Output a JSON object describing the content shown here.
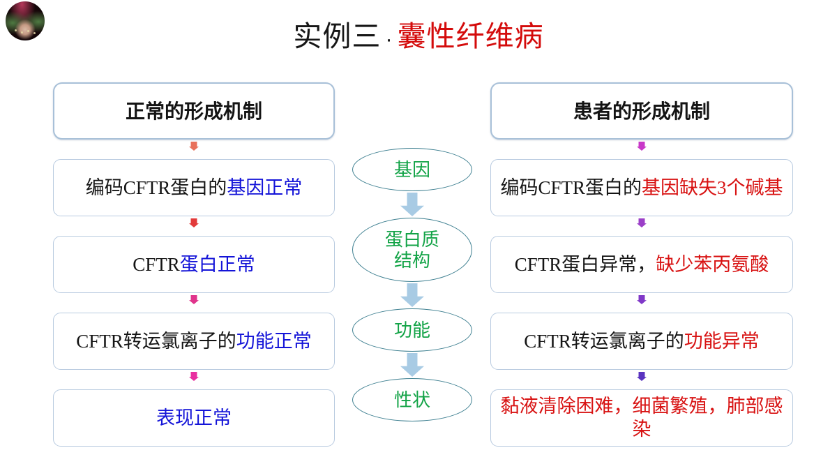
{
  "slide": {
    "title": {
      "main": "实例三",
      "separator": "·",
      "highlight": "囊性纤维病",
      "highlight_color": "#d40b0b"
    },
    "avatar_label": "circular-photo-avatar"
  },
  "left_column": {
    "header": "正常的形成机制",
    "steps": [
      {
        "prefix": "编码CFTR蛋白的",
        "emphasis": "基因正常",
        "emphasis_color": "#1414d8"
      },
      {
        "prefix": "CFTR",
        "emphasis": "蛋白正常",
        "emphasis_color": "#1414d8"
      },
      {
        "prefix": "CFTR转运氯离子的",
        "emphasis": "功能正常",
        "emphasis_color": "#1414d8"
      },
      {
        "prefix": "",
        "emphasis": "表现正常",
        "emphasis_color": "#1414d8"
      }
    ],
    "arrow_colors": [
      "#e8705a",
      "#e23a3a",
      "#e0348c",
      "#e830a0"
    ]
  },
  "center_column": {
    "nodes": [
      "基因",
      "蛋白质\n结构",
      "功能",
      "性状"
    ],
    "node_text_color": "#12a346",
    "node_border_color": "#3d7f90",
    "arrow_color": "#a8cbe4"
  },
  "right_column": {
    "header": "患者的形成机制",
    "steps": [
      {
        "prefix": "编码CFTR蛋白的",
        "emphasis": "基因缺失3个碱基",
        "emphasis_color": "#d81212"
      },
      {
        "prefix": "CFTR蛋白异常，",
        "emphasis": "缺少苯丙氨酸",
        "emphasis_color": "#d81212"
      },
      {
        "prefix": "CFTR转运氯离子的",
        "emphasis": "功能异常",
        "emphasis_color": "#d81212"
      },
      {
        "prefix": "",
        "emphasis": "黏液清除困难，细菌繁殖，肺部感染",
        "emphasis_color": "#d81212"
      }
    ],
    "arrow_colors": [
      "#c838c8",
      "#9b3fc8",
      "#8038c8",
      "#5a34c0"
    ]
  }
}
